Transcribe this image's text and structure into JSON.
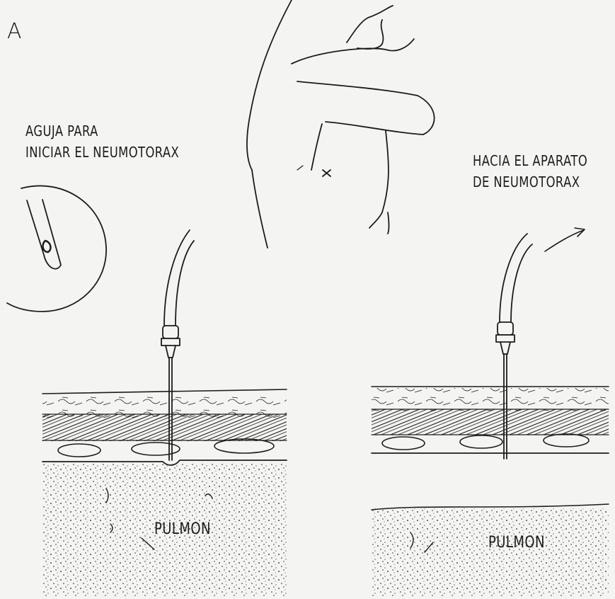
{
  "figure": {
    "panel_letter": "A",
    "needle_caption": [
      "AGUJA PARA",
      "INICIAR EL NEUMOTORAX"
    ],
    "apparatus_caption": [
      "HACIA EL  APARATO",
      "DE NEUMOTORAX"
    ],
    "lung_label_left": "PULMON",
    "lung_label_right": "PULMON",
    "insertion_mark": "×"
  },
  "colors": {
    "ink": "#1c1c1c",
    "paper": "#f4f4f2"
  }
}
